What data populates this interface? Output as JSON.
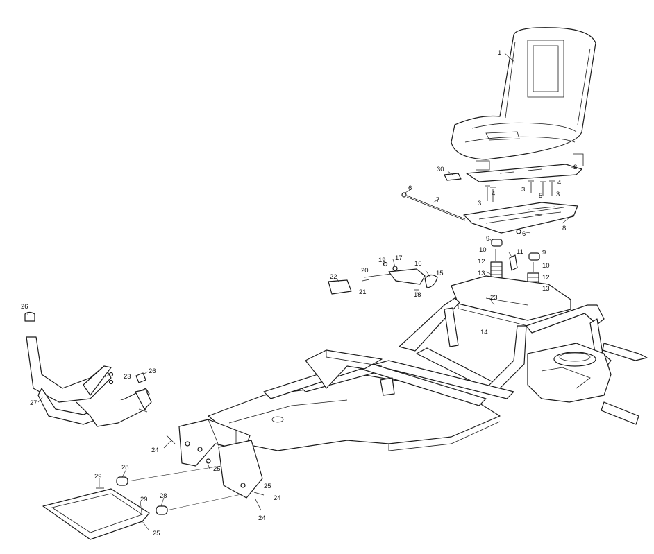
{
  "callouts": [
    {
      "id": "c1",
      "label": "1"
    },
    {
      "id": "c2",
      "label": "2"
    },
    {
      "id": "c30",
      "label": "30"
    },
    {
      "id": "c3a",
      "label": "3"
    },
    {
      "id": "c3b",
      "label": "3"
    },
    {
      "id": "c3c",
      "label": "3"
    },
    {
      "id": "c4a",
      "label": "4"
    },
    {
      "id": "c4b",
      "label": "4"
    },
    {
      "id": "c5",
      "label": "5"
    },
    {
      "id": "c6a",
      "label": "6"
    },
    {
      "id": "c6b",
      "label": "6"
    },
    {
      "id": "c7",
      "label": "7"
    },
    {
      "id": "c8",
      "label": "8"
    },
    {
      "id": "c9a",
      "label": "9"
    },
    {
      "id": "c9b",
      "label": "9"
    },
    {
      "id": "c10a",
      "label": "10"
    },
    {
      "id": "c10b",
      "label": "10"
    },
    {
      "id": "c11",
      "label": "11"
    },
    {
      "id": "c12a",
      "label": "12"
    },
    {
      "id": "c12b",
      "label": "12"
    },
    {
      "id": "c13a",
      "label": "13"
    },
    {
      "id": "c13b",
      "label": "13"
    },
    {
      "id": "c14",
      "label": "14"
    },
    {
      "id": "c15",
      "label": "15"
    },
    {
      "id": "c16",
      "label": "16"
    },
    {
      "id": "c17",
      "label": "17"
    },
    {
      "id": "c18",
      "label": "18"
    },
    {
      "id": "c19",
      "label": "19"
    },
    {
      "id": "c20",
      "label": "20"
    },
    {
      "id": "c21",
      "label": "21"
    },
    {
      "id": "c22",
      "label": "22"
    },
    {
      "id": "c23a",
      "label": "23"
    },
    {
      "id": "c23b",
      "label": "23"
    },
    {
      "id": "c24a",
      "label": "24"
    },
    {
      "id": "c24b",
      "label": "24"
    },
    {
      "id": "c24c",
      "label": "24"
    },
    {
      "id": "c25a",
      "label": "25"
    },
    {
      "id": "c25b",
      "label": "25"
    },
    {
      "id": "c25c",
      "label": "25"
    },
    {
      "id": "c26a",
      "label": "26"
    },
    {
      "id": "c26b",
      "label": "26"
    },
    {
      "id": "c27",
      "label": "27"
    },
    {
      "id": "c28a",
      "label": "28"
    },
    {
      "id": "c28b",
      "label": "28"
    },
    {
      "id": "c29a",
      "label": "29"
    },
    {
      "id": "c29b",
      "label": "29"
    }
  ]
}
